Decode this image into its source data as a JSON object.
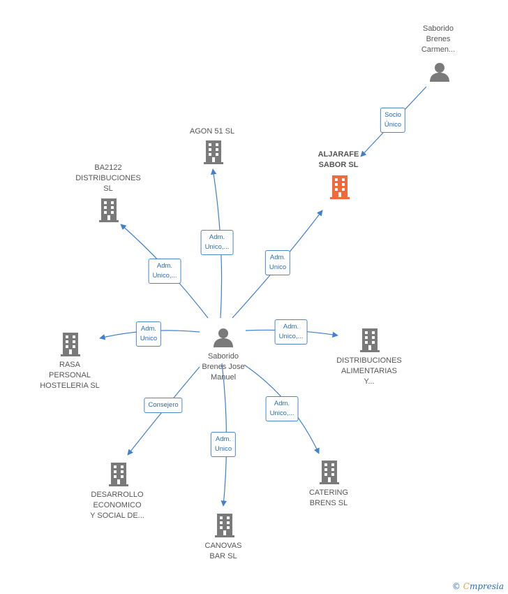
{
  "colors": {
    "edge": "#3f7fd0",
    "icon": "#7a7a7a",
    "highlight": "#f26a3a"
  },
  "nodes": [
    {
      "id": "center",
      "icon": "person-icon",
      "label": "Saborido\nBrenes Jose\nManuel"
    },
    {
      "id": "carmen",
      "icon": "person-icon",
      "label": "Saborido\nBrenes\nCarmen..."
    },
    {
      "id": "aljarafe",
      "icon": "building-icon",
      "label": "ALJARAFE\nSABOR  SL",
      "highlight": true
    },
    {
      "id": "agon",
      "icon": "building-icon",
      "label": "AGON 51  SL"
    },
    {
      "id": "ba2122",
      "icon": "building-icon",
      "label": "BA2122\nDISTRIBUCIONES\nSL"
    },
    {
      "id": "rasa",
      "icon": "building-icon",
      "label": "RASA\nPERSONAL\nHOSTELERIA SL"
    },
    {
      "id": "distalim",
      "icon": "building-icon",
      "label": "DISTRIBUCIONES\nALIMENTARIAS\nY..."
    },
    {
      "id": "desarrollo",
      "icon": "building-icon",
      "label": "DESARROLLO\nECONOMICO\nY SOCIAL DE..."
    },
    {
      "id": "canovas",
      "icon": "building-icon",
      "label": "CANOVAS\nBAR  SL"
    },
    {
      "id": "catering",
      "icon": "building-icon",
      "label": "CATERING\nBRENS  SL"
    }
  ],
  "edges": [
    {
      "from": "carmen",
      "to": "aljarafe",
      "label": "Socio\nÚnico"
    },
    {
      "from": "center",
      "to": "aljarafe",
      "label": "Adm.\nUnico"
    },
    {
      "from": "center",
      "to": "agon",
      "label": "Adm.\nUnico,..."
    },
    {
      "from": "center",
      "to": "ba2122",
      "label": "Adm.\nUnico,..."
    },
    {
      "from": "center",
      "to": "rasa",
      "label": "Adm.\nUnico"
    },
    {
      "from": "center",
      "to": "distalim",
      "label": "Adm.\nUnico,..."
    },
    {
      "from": "center",
      "to": "desarrollo",
      "label": "Consejero"
    },
    {
      "from": "center",
      "to": "canovas",
      "label": "Adm.\nUnico"
    },
    {
      "from": "center",
      "to": "catering",
      "label": "Adm.\nUnico,..."
    }
  ],
  "brand": {
    "copyright": "©",
    "first_letter": "C",
    "name": "mpresia"
  }
}
